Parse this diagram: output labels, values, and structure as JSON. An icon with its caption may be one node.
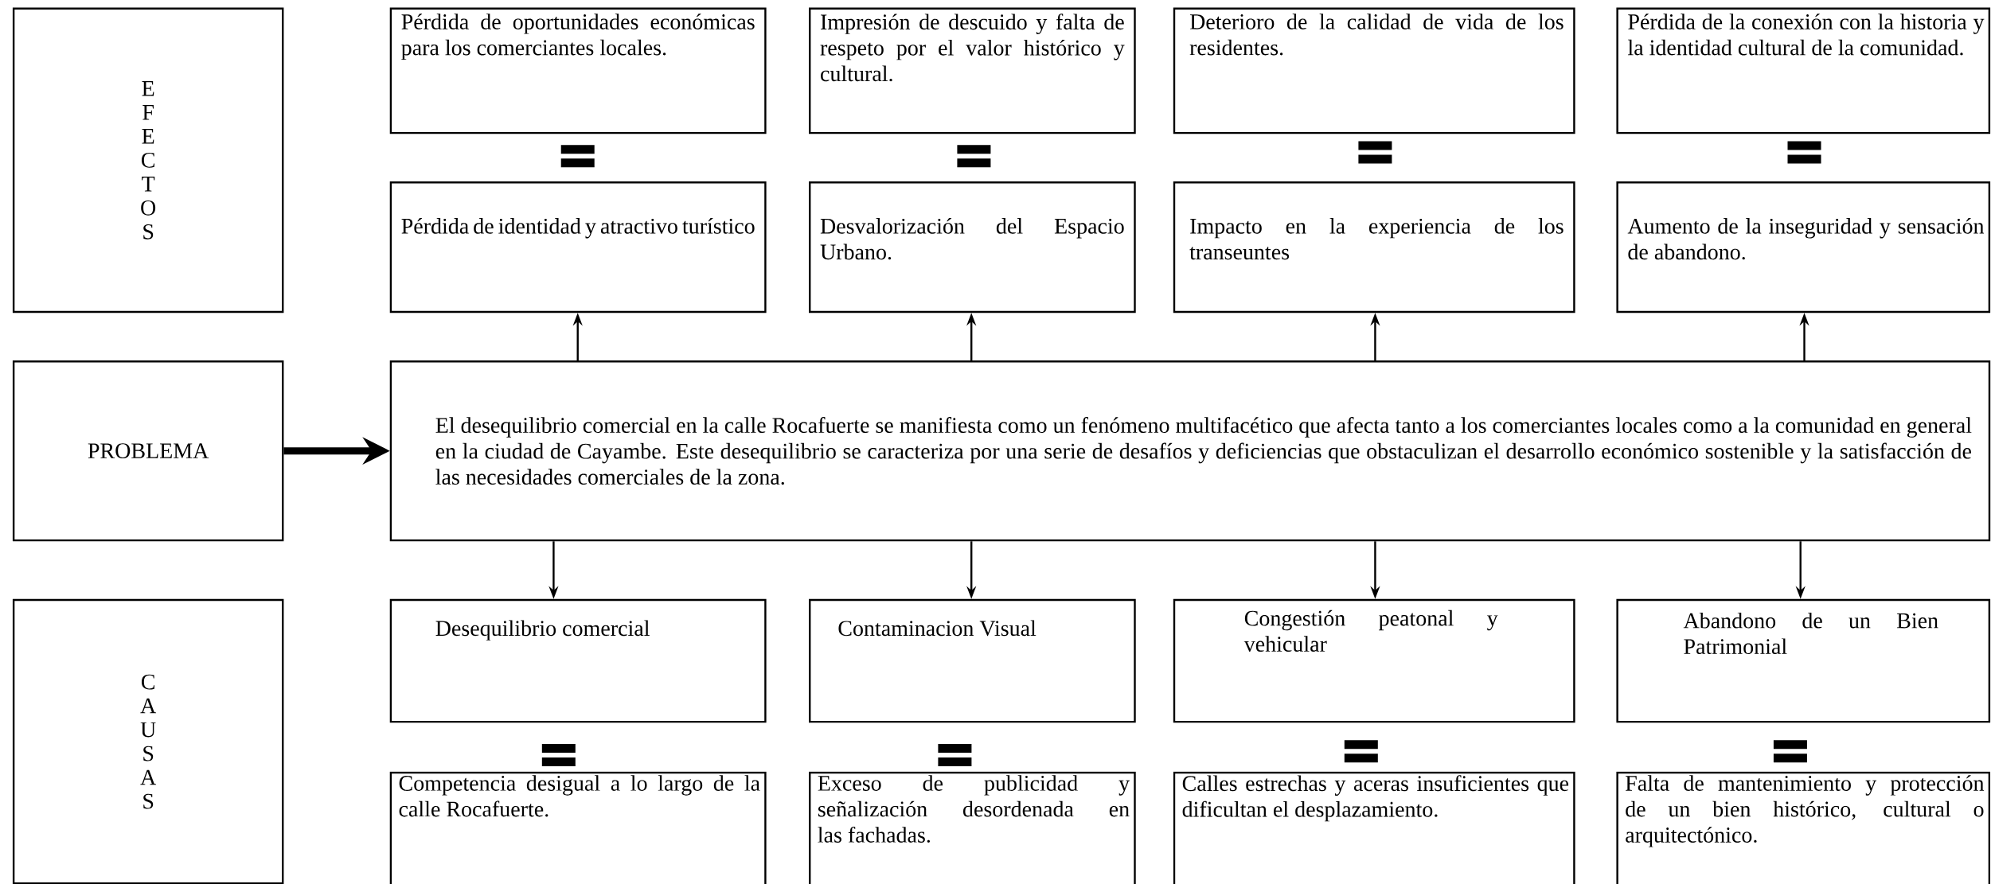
{
  "diagram": {
    "nodes": [
      {
        "text": [
          "E F E C T O S"
        ]
      },
      {
        "text": [
          "Pérdida de oportunidades económicas para los comerciantes locales."
        ]
      },
      {
        "text": [
          "Impresión de descuido y falta de respeto por el valor histórico y cultural."
        ]
      },
      {
        "text": [
          "Deterioro de la calidad de vida de los residentes."
        ]
      },
      {
        "text": [
          "Pérdida de la conexión con la historia y la identidad cultural de la comunidad."
        ]
      },
      {
        "text": [
          "Pérdida de identidad y atractivo turístico"
        ]
      },
      {
        "text": [
          "Desvalorización del Espacio Urbano."
        ]
      },
      {
        "text": [
          "Impacto en la experiencia de los transeuntes"
        ]
      },
      {
        "text": [
          "Aumento de la inseguridad y sensación de abandono."
        ]
      },
      {
        "text": [
          "PROBLEMA"
        ]
      },
      {
        "text": [
          "El desequilibrio comercial en la calle Rocafuerte se manifiesta como un fenómeno multifacético que afecta tanto a los comerciantes locales como a la comunidad en general en la ciudad de Cayambe. Este desequilibrio se caracteriza por una serie de desafíos y deficiencias que obstaculizan el desarrollo económico sostenible y la satisfacción de las necesidades comerciales de la zona."
        ]
      },
      {
        "text": [
          "C A U S A S"
        ]
      },
      {
        "text": [
          "Desequilibrio comercial"
        ]
      },
      {
        "text": [
          "Contaminacion Visual"
        ]
      },
      {
        "text": [
          "Congestión peatonal y vehicular"
        ]
      },
      {
        "text": [
          "Abandono de un Bien Patrimonial"
        ]
      },
      {
        "text": [
          "Competencia desigual a lo largo de la calle Rocafuerte."
        ]
      },
      {
        "text": [
          "Exceso de publicidad y señalización desordenada en las fachadas."
        ]
      },
      {
        "text": [
          "Calles estrechas y aceras insuficientes que dificultan el desplazamiento."
        ]
      },
      {
        "text": [
          "Falta de mantenimiento y protección de un bien histórico, cultural o arquitectónico."
        ]
      }
    ],
    "edges": [
      {
        "from": 9,
        "to": 10,
        "arrow": "to",
        "style": "thick"
      },
      {
        "from": 10,
        "to": 5,
        "arrow": "to"
      },
      {
        "from": 10,
        "to": 6,
        "arrow": "to"
      },
      {
        "from": 10,
        "to": 7,
        "arrow": "to"
      },
      {
        "from": 10,
        "to": 8,
        "arrow": "to"
      },
      {
        "from": 10,
        "to": 12,
        "arrow": "to"
      },
      {
        "from": 10,
        "to": 13,
        "arrow": "to"
      },
      {
        "from": 10,
        "to": 14,
        "arrow": "to"
      },
      {
        "from": 10,
        "to": 15,
        "arrow": "to"
      }
    ]
  }
}
